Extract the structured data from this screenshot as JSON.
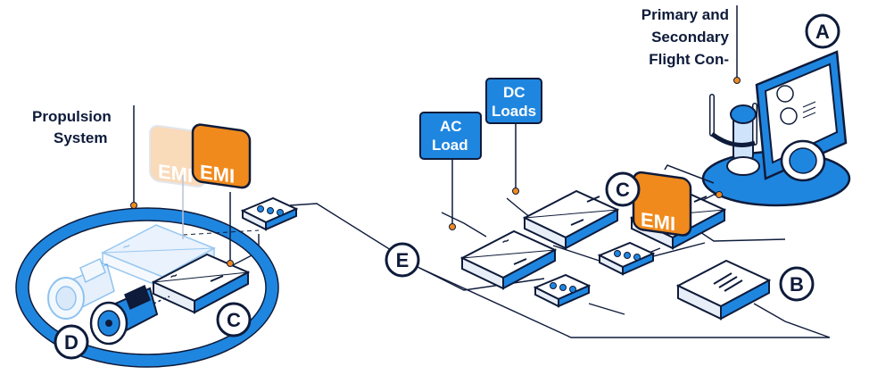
{
  "labels": {
    "propulsion": [
      "Propulsion",
      "System"
    ],
    "flight_controls": [
      "Primary and",
      "Secondary",
      "Flight Con-"
    ],
    "ac_load": [
      "AC",
      "Load"
    ],
    "dc_loads": [
      "DC",
      "Loads"
    ]
  },
  "emi": {
    "text": "EMI"
  },
  "markers": {
    "A": "A",
    "B": "B",
    "C": "C",
    "D": "D",
    "E": "E"
  },
  "colors": {
    "outline": "#0e1b3a",
    "blue": "#1f86e0",
    "light_blue": "#cfe3fb",
    "orange": "#f08a1d",
    "pale_orange": "#f6c28c",
    "white": "#ffffff"
  }
}
